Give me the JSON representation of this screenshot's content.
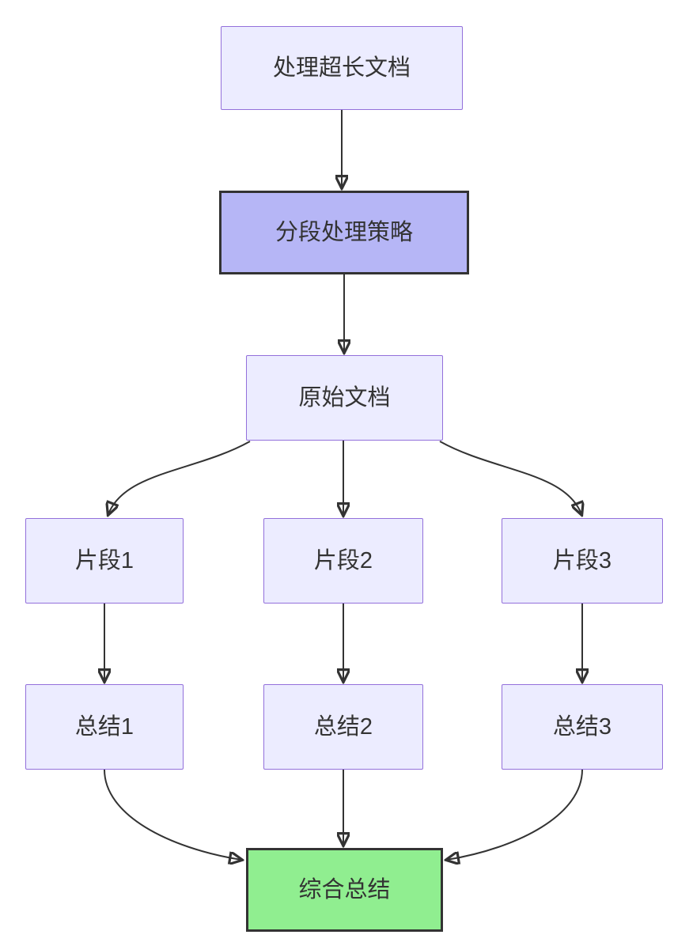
{
  "diagram": {
    "type": "flowchart",
    "direction": "top-down",
    "background": "#ffffff",
    "nodes": [
      {
        "id": "A",
        "label": "处理超长文档",
        "style": "default"
      },
      {
        "id": "B",
        "label": "分段处理策略",
        "style": "emphasis-purple"
      },
      {
        "id": "C",
        "label": "原始文档",
        "style": "default"
      },
      {
        "id": "D",
        "label": "片段1",
        "style": "default"
      },
      {
        "id": "E",
        "label": "片段2",
        "style": "default"
      },
      {
        "id": "F",
        "label": "片段3",
        "style": "default"
      },
      {
        "id": "G",
        "label": "总结1",
        "style": "default"
      },
      {
        "id": "H",
        "label": "总结2",
        "style": "default"
      },
      {
        "id": "I",
        "label": "总结3",
        "style": "default"
      },
      {
        "id": "J",
        "label": "综合总结",
        "style": "emphasis-green"
      }
    ],
    "edges": [
      {
        "from": "A",
        "to": "B"
      },
      {
        "from": "B",
        "to": "C"
      },
      {
        "from": "C",
        "to": "D"
      },
      {
        "from": "C",
        "to": "E"
      },
      {
        "from": "C",
        "to": "F"
      },
      {
        "from": "D",
        "to": "G"
      },
      {
        "from": "E",
        "to": "H"
      },
      {
        "from": "F",
        "to": "I"
      },
      {
        "from": "G",
        "to": "J"
      },
      {
        "from": "H",
        "to": "J"
      },
      {
        "from": "I",
        "to": "J"
      }
    ],
    "colors": {
      "node_fill": "#ECECFF",
      "node_border": "#9370DB",
      "emphasis_purple_fill": "#B6B6F6",
      "emphasis_green_fill": "#90EE90",
      "emphasis_border": "#333333",
      "edge": "#333333",
      "text": "#333333"
    }
  }
}
